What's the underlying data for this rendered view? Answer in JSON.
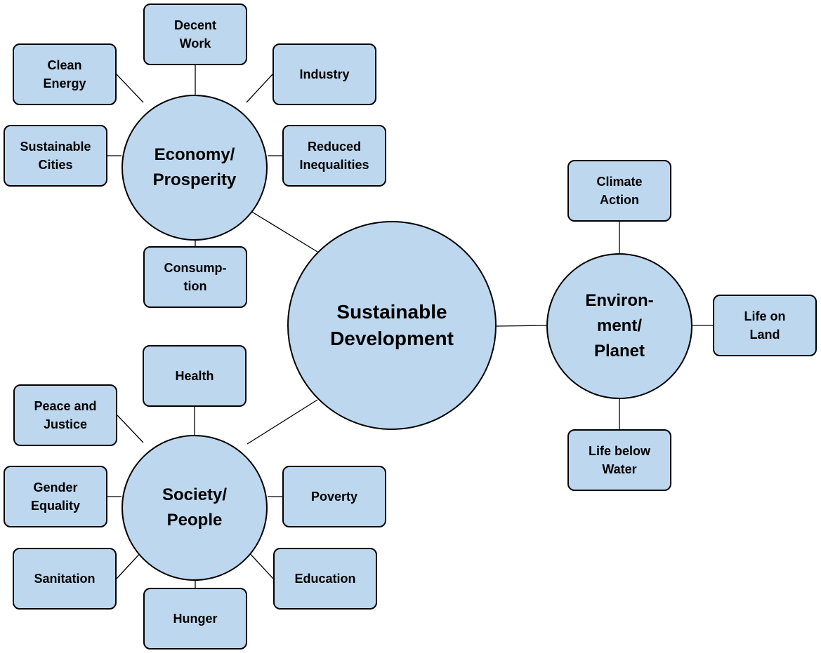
{
  "hubs": {
    "sustainable_development": "Sustainable\nDevelopment",
    "economy": "Economy/\nProsperity",
    "society": "Society/\nPeople",
    "environment": "Environ-\nment/\nPlanet"
  },
  "economy_goals": {
    "decent_work": "Decent\nWork",
    "clean_energy": "Clean\nEnergy",
    "industry": "Industry",
    "sustainable_cities": "Sustainable\nCities",
    "reduced_inequalities": "Reduced\nInequalities",
    "consumption": "Consump-\ntion"
  },
  "society_goals": {
    "health": "Health",
    "peace_justice": "Peace and\nJustice",
    "gender_equality": "Gender\nEquality",
    "poverty": "Poverty",
    "sanitation": "Sanitation",
    "education": "Education",
    "hunger": "Hunger"
  },
  "environment_goals": {
    "climate_action": "Climate\nAction",
    "life_on_land": "Life on\nLand",
    "life_below_water": "Life below\nWater"
  },
  "colors": {
    "node_fill": "#bdd7ee",
    "node_border": "#000000",
    "connector": "#000000",
    "text": "#000000"
  }
}
